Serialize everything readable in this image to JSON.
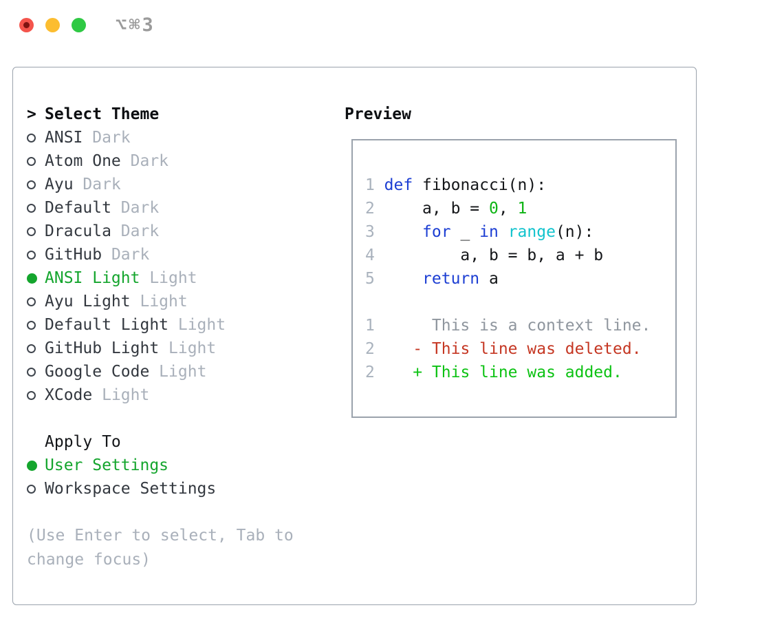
{
  "window": {
    "title": "⌥⌘3",
    "buttons": {
      "close": "close",
      "minimize": "minimize",
      "zoom": "zoom"
    }
  },
  "panel": {
    "prompt_char": ">",
    "title": "Select Theme",
    "themes": [
      {
        "name": "ANSI",
        "variant": "Dark",
        "selected": false
      },
      {
        "name": "Atom One",
        "variant": "Dark",
        "selected": false
      },
      {
        "name": "Ayu",
        "variant": "Dark",
        "selected": false
      },
      {
        "name": "Default",
        "variant": "Dark",
        "selected": false
      },
      {
        "name": "Dracula",
        "variant": "Dark",
        "selected": false
      },
      {
        "name": "GitHub",
        "variant": "Dark",
        "selected": false
      },
      {
        "name": "ANSI Light",
        "variant": "Light",
        "selected": true
      },
      {
        "name": "Ayu Light",
        "variant": "Light",
        "selected": false
      },
      {
        "name": "Default Light",
        "variant": "Light",
        "selected": false
      },
      {
        "name": "GitHub Light",
        "variant": "Light",
        "selected": false
      },
      {
        "name": "Google Code",
        "variant": "Light",
        "selected": false
      },
      {
        "name": "XCode",
        "variant": "Light",
        "selected": false
      }
    ],
    "apply_to": {
      "title": "Apply To",
      "options": [
        {
          "name": "User Settings",
          "selected": true
        },
        {
          "name": "Workspace Settings",
          "selected": false
        }
      ]
    },
    "hint_lines": [
      "(Use Enter to select, Tab to",
      "change focus)"
    ]
  },
  "preview": {
    "title": "Preview",
    "code_lines": [
      {
        "num": "1",
        "tokens": [
          [
            "def",
            "kw"
          ],
          [
            " fibonacci(n):",
            "plain"
          ]
        ]
      },
      {
        "num": "2",
        "tokens": [
          [
            "    a, b = ",
            "plain"
          ],
          [
            "0",
            "num"
          ],
          [
            ", ",
            "plain"
          ],
          [
            "1",
            "num"
          ]
        ]
      },
      {
        "num": "3",
        "tokens": [
          [
            "    ",
            "plain"
          ],
          [
            "for",
            "kw"
          ],
          [
            " _ ",
            "plain"
          ],
          [
            "in",
            "kw"
          ],
          [
            " ",
            "plain"
          ],
          [
            "range",
            "builtin"
          ],
          [
            "(n):",
            "plain"
          ]
        ]
      },
      {
        "num": "4",
        "tokens": [
          [
            "        a, b = b, a + b",
            "plain"
          ]
        ]
      },
      {
        "num": "5",
        "tokens": [
          [
            "    ",
            "plain"
          ],
          [
            "return",
            "kw"
          ],
          [
            " a",
            "plain"
          ]
        ]
      }
    ],
    "diff_lines": [
      {
        "num": "1",
        "kind": "context",
        "tokens": [
          [
            "     This is a context line.",
            "ctx"
          ]
        ]
      },
      {
        "num": "2",
        "kind": "deleted",
        "tokens": [
          [
            "   ",
            "plain"
          ],
          [
            "- This line was deleted.",
            "del"
          ]
        ]
      },
      {
        "num": "2",
        "kind": "added",
        "tokens": [
          [
            "   ",
            "plain"
          ],
          [
            "+ This line was added.",
            "add"
          ]
        ]
      }
    ]
  },
  "colors": {
    "accent_green": "#14a52d",
    "keyword_blue": "#1c3ed3",
    "builtin_cyan": "#11c3cd",
    "number_green": "#0db414",
    "diff_added_green": "#0cc213",
    "diff_deleted_red": "#c53723",
    "diff_context_gray": "#8f969e",
    "line_number_gray": "#a9b2bd",
    "label_dark": "#33383f",
    "heading_black": "#0d0f12",
    "code_black": "#141619",
    "muted_gray": "#a9b0ba",
    "panel_border": "#9aa2ac",
    "title_gray": "#9b9b9b",
    "traffic_red": "#f4544c",
    "traffic_red_dot": "#7e1310",
    "traffic_yellow": "#fcbd30",
    "traffic_green": "#2fc944"
  }
}
